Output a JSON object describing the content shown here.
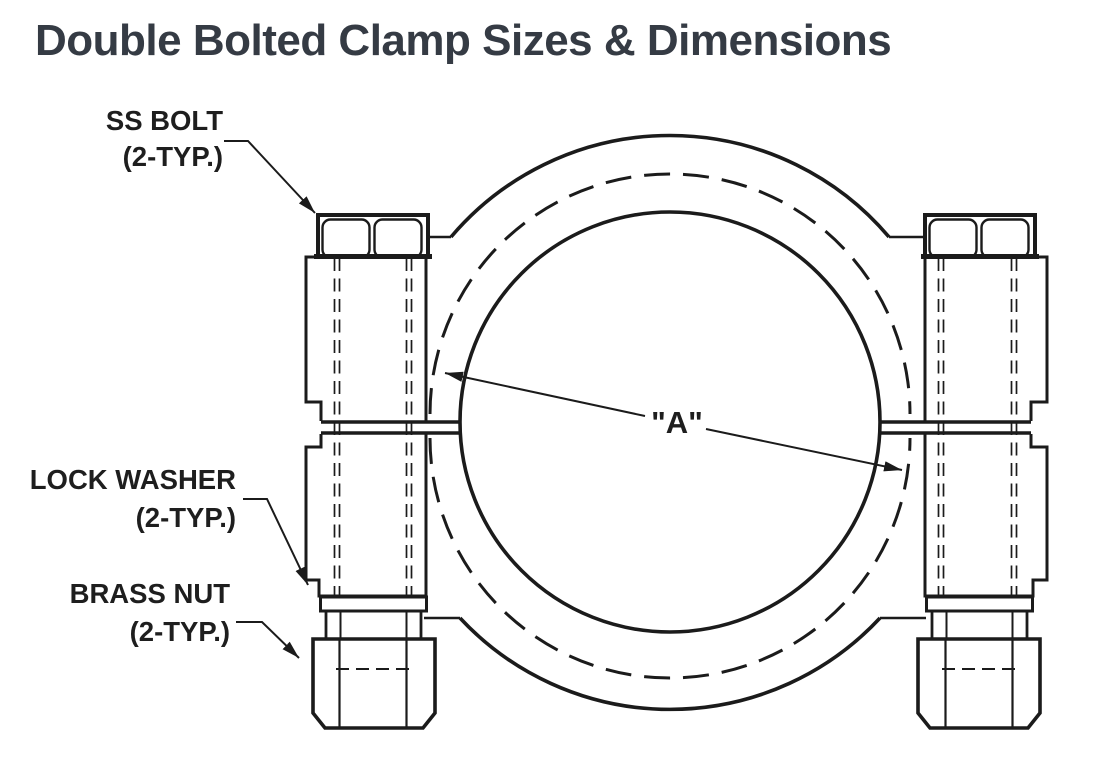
{
  "title": "Double Bolted Clamp Sizes & Dimensions",
  "diagram": {
    "type": "technical-drawing",
    "subject": "double bolted clamp, front view",
    "callouts": {
      "ss_bolt": {
        "line1": "SS BOLT",
        "line2": "(2-TYP.)"
      },
      "lock_washer": {
        "line1": "LOCK WASHER",
        "line2": "(2-TYP.)"
      },
      "brass_nut": {
        "line1": "BRASS NUT",
        "line2": "(2-TYP.)"
      }
    },
    "dimension_label": "\"A\"",
    "dimension_meaning": "inner clamp diameter",
    "colors": {
      "background": "#ffffff",
      "title_text": "#353b44",
      "line": "#1b1b1b",
      "label_text": "#1e1e1e"
    }
  }
}
